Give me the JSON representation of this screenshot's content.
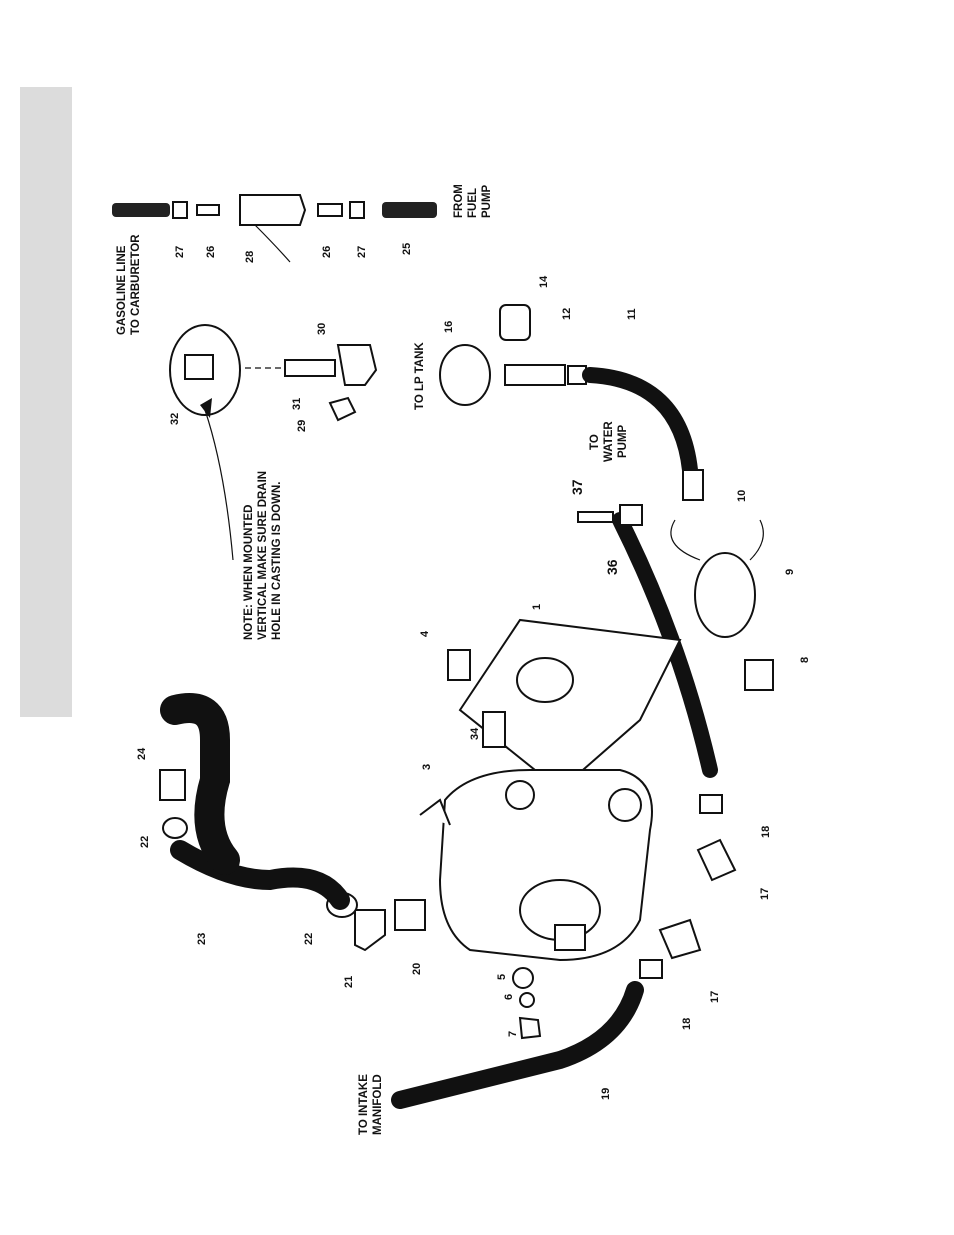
{
  "labels": {
    "gasoline_line": "GASOLINE  LINE",
    "to_carburetor": "TO CARBURETOR",
    "from": "FROM",
    "fuel": "FUEL",
    "pump": "PUMP",
    "to_lp_tank": "TO LP TANK",
    "to": "TO",
    "water": "WATER",
    "water_pump": "PUMP",
    "note_line1": "NOTE:  WHEN MOUNTED",
    "note_line2": "VERTICAL MAKE SURE DRAIN",
    "note_line3": "HOLE IN CASTING IS DOWN.",
    "to_intake": "TO INTAKE",
    "manifold": "MANIFOLD"
  },
  "part_numbers": {
    "p1": "1",
    "p3": "3",
    "p4": "4",
    "p5": "5",
    "p6": "6",
    "p7": "7",
    "p8": "8",
    "p9": "9",
    "p10": "10",
    "p11": "11",
    "p12": "12",
    "p14": "14",
    "p16": "16",
    "p17a": "17",
    "p17b": "17",
    "p18a": "18",
    "p18b": "18",
    "p19": "19",
    "p20": "20",
    "p21": "21",
    "p22a": "22",
    "p22b": "22",
    "p23": "23",
    "p24": "24",
    "p25": "25",
    "p26a": "26",
    "p26b": "26",
    "p27a": "27",
    "p27b": "27",
    "p28": "28",
    "p29": "29",
    "p30": "30",
    "p31": "31",
    "p32": "32",
    "p34": "34",
    "p36": "36",
    "p37": "37"
  }
}
